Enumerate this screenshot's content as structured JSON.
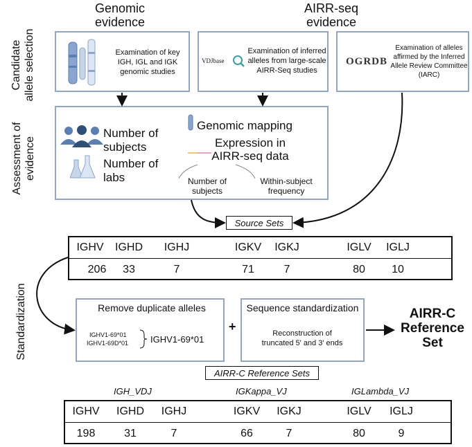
{
  "columns": {
    "genomic": "Genomic evidence",
    "airrseq": "AIRR-seq evidence"
  },
  "side_labels": {
    "candidate": "Candidate allele selection",
    "assessment": "Assessment of evidence",
    "standardization": "Standardization"
  },
  "candidate_boxes": {
    "genomic_text": "Examination of key IGH, IGL and IGK genomic studies",
    "vdjbase_logo": "VDJbase",
    "vdjbase_text": "Examination of inferred alleles from large-scale AIRR-Seq studies",
    "ogrdb_logo": "OGRDB",
    "ogrdb_text": "Examination of alleles affirmed by the Inferred Allele Review Committee (IARC)"
  },
  "assessment": {
    "subjects": "Number of subjects",
    "labs": "Number of labs",
    "genomic_mapping": "Genomic mapping",
    "expression": "Expression in AIRR-seq data",
    "num_subjects": "Number of subjects",
    "within_subject": "Within-subject frequency"
  },
  "source_sets": {
    "label": "Source Sets",
    "headers": [
      "IGHV",
      "IGHD",
      "IGHJ",
      "IGKV",
      "IGKJ",
      "IGLV",
      "IGLJ"
    ],
    "values": [
      "206",
      "33",
      "7",
      "71",
      "7",
      "80",
      "10"
    ]
  },
  "standardization": {
    "remove_title": "Remove duplicate alleles",
    "allele_a": "IGHV1-69*01",
    "allele_b": "IGHV1-69D*01",
    "allele_merged": "IGHV1-69*01",
    "plus": "+",
    "seq_title": "Sequence standardization",
    "seq_text": "Reconstruction of truncated 5' and 3' ends",
    "result": "AIRR-C Reference Set"
  },
  "reference_sets": {
    "label": "AIRR-C Reference Sets",
    "groups": [
      "IGH_VDJ",
      "IGKappa_VJ",
      "IGLambda_VJ"
    ],
    "headers": [
      "IGHV",
      "IGHD",
      "IGHJ",
      "IGKV",
      "IGKJ",
      "IGLV",
      "IGLJ"
    ],
    "values": [
      "198",
      "31",
      "7",
      "66",
      "7",
      "80",
      "9"
    ]
  },
  "colors": {
    "box_border": "#8fa5c9",
    "icon_blue": "#5a7fb5",
    "icon_teal": "#3aa0a6"
  }
}
